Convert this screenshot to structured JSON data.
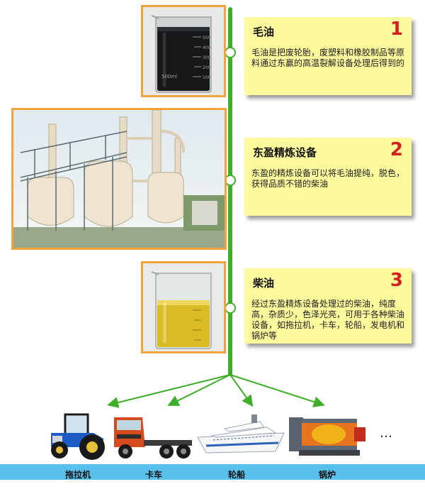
{
  "steps": [
    {
      "title": "毛油",
      "number": "1",
      "description": "毛油是把废轮胎，废塑料和橡胶制品等原料通过东赢的高温裂解设备处理后得到的"
    },
    {
      "title": "东盈精炼设备",
      "number": "2",
      "description": "东盈的精炼设备可以将毛油提纯，脱色，获得品质不错的柴油"
    },
    {
      "title": "柴油",
      "number": "3",
      "description": "经过东盈精炼设备处理过的柴油，纯度高，杂质少，色泽光亮，可用于各种柴油设备，如拖拉机，卡车，轮船，发电机和锅炉等"
    }
  ],
  "applications": [
    {
      "label": "拖拉机",
      "icon": "tractor-icon"
    },
    {
      "label": "卡车",
      "icon": "truck-icon"
    },
    {
      "label": "轮船",
      "icon": "ship-icon"
    },
    {
      "label": "锅炉",
      "icon": "boiler-icon"
    }
  ],
  "more": "…",
  "beaker_marks": [
    "500",
    "400",
    "300",
    "200",
    "100",
    "500ml"
  ],
  "colors": {
    "accent_green": "#3fae29",
    "frame_orange": "#f2a43a",
    "note_yellow": "#fdfa9d",
    "number_red": "#d42020",
    "band_blue": "#58c0ea"
  }
}
